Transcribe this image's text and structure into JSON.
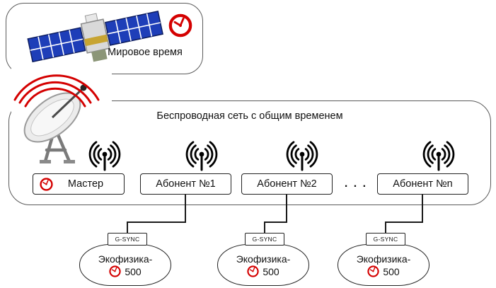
{
  "colors": {
    "accent_red": "#d40000",
    "line_black": "#1a1a1a",
    "panel_blue": "#1e3eb8",
    "border_gray": "#5a5a5a"
  },
  "icons": {
    "clock": "red-analog-clock-icon",
    "wifi": "rf-broadcast-icon",
    "satellite": "satellite-icon",
    "dish": "satellite-dish-icon"
  },
  "world_time": {
    "label": "Мировое время"
  },
  "network": {
    "title": "Беспроводная сеть с общим временем"
  },
  "nodes": {
    "master": {
      "label": "Мастер"
    },
    "sub1": {
      "label": "Абонент №1"
    },
    "sub2": {
      "label": "Абонент №2"
    },
    "subn": {
      "label": "Абонент №n"
    },
    "ellipsis": ". . ."
  },
  "devices": [
    {
      "sync_label": "G-SYNC",
      "line1": "Экофизика-",
      "line2": "500"
    },
    {
      "sync_label": "G-SYNC",
      "line1": "Экофизика-",
      "line2": "500"
    },
    {
      "sync_label": "G-SYNC",
      "line1": "Экофизика-",
      "line2": "500"
    }
  ]
}
